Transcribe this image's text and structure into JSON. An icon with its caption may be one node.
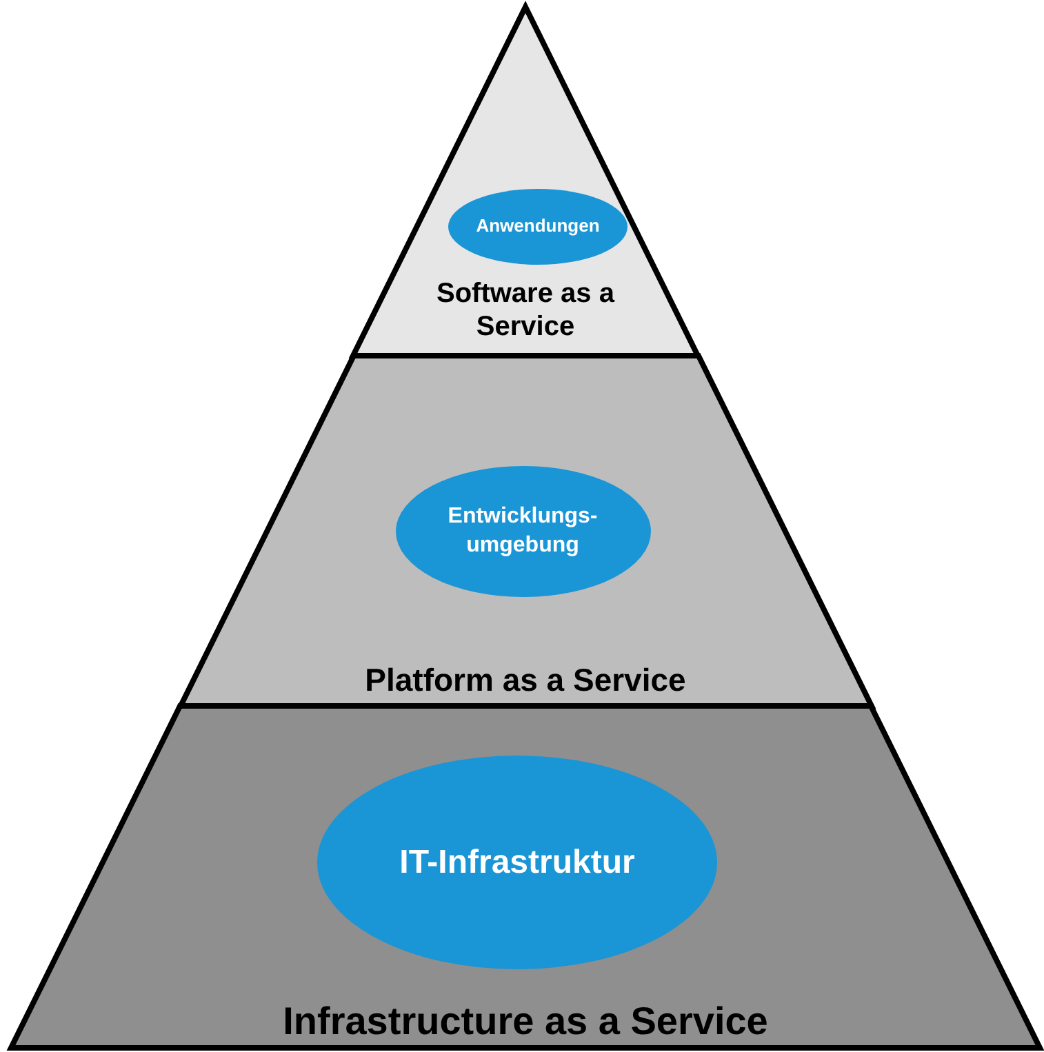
{
  "diagram": {
    "nodes": [
      {
        "text": [
          "Software as a Service"
        ]
      },
      {
        "text": [
          "Anwendungen"
        ],
        "in": 0
      },
      {
        "text": [
          "Platform as a Service"
        ]
      },
      {
        "text": [
          "Entwicklungs- umgebung"
        ],
        "in": 2
      },
      {
        "text": [
          "Infrastructure as a Service"
        ]
      },
      {
        "text": [
          "IT-Infrastruktur"
        ],
        "in": 4
      }
    ],
    "edges": []
  }
}
